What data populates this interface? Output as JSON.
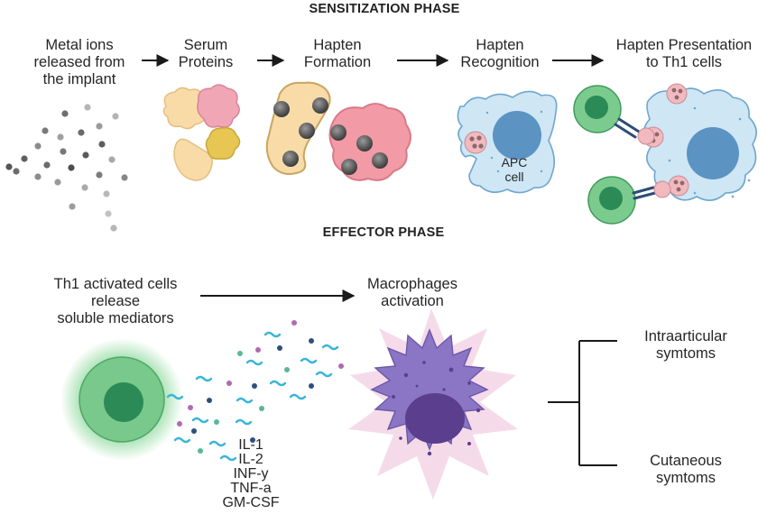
{
  "sensitization": {
    "title": "SENSITIZATION PHASE",
    "steps": [
      {
        "lines": [
          "Metal ions",
          "released from",
          "the implant"
        ]
      },
      {
        "lines": [
          "Serum",
          "Proteins"
        ]
      },
      {
        "lines": [
          "Hapten",
          "Formation"
        ]
      },
      {
        "lines": [
          "Hapten",
          "Recognition"
        ]
      },
      {
        "lines": [
          "Hapten Presentation",
          "to Th1 cells"
        ]
      }
    ],
    "apc_label": [
      "APC",
      "cell"
    ]
  },
  "effector": {
    "title": "EFFECTOR PHASE",
    "left_label": [
      "Th1 activated cells",
      "release",
      "soluble mediators"
    ],
    "right_label": [
      "Macrophages",
      "activation"
    ],
    "cytokines": [
      "IL-1",
      "IL-2",
      "INF-y",
      "TNF-a",
      "GM-CSF"
    ],
    "outcomes": [
      {
        "lines": [
          "Intraarticular",
          "symtoms"
        ]
      },
      {
        "lines": [
          "Cutaneous",
          "symtoms"
        ]
      }
    ]
  },
  "colors": {
    "metal_ion": "#6e6e6e",
    "apc_cell": "#cfe6f5",
    "apc_nucleus": "#5b93c3",
    "th1_cell": "#6fc085",
    "th1_nucleus": "#2c8a56",
    "macrophage": "#8a76c4",
    "macrophage_nucleus": "#5b3e8e",
    "glow_pink": "#f4d6e6",
    "hapten_protein_pink": "#f2a3ad",
    "hapten_protein_yellow": "#f6d79b"
  },
  "icons": [
    "metal-ions",
    "serum-proteins",
    "hapten-complex",
    "apc-cell",
    "th1-cell",
    "macrophage",
    "cytokines"
  ]
}
